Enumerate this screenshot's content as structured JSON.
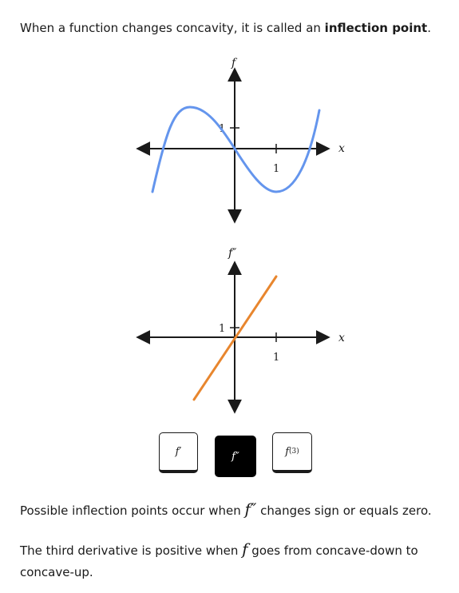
{
  "intro": {
    "text_before": "When a function changes concavity, it is called an ",
    "emphasis": "inflection point",
    "text_after": "."
  },
  "plots": {
    "f": {
      "y_label": "f",
      "x_label": "x",
      "x_tick": "1",
      "y_tick": "1",
      "curve_color": "#6495ed"
    },
    "fpp": {
      "y_label": "f″",
      "x_label": "x",
      "x_tick": "1",
      "y_tick": "1",
      "curve_color": "#e8862e"
    }
  },
  "derivative_buttons": {
    "first": {
      "label": "f′",
      "active": false
    },
    "second": {
      "label": "f″",
      "active": true
    },
    "third": {
      "label_base": "f",
      "label_sup": "(3)",
      "active": false
    }
  },
  "paragraph2": {
    "before": "Possible inflection points occur when ",
    "math": "f″",
    "after": " changes sign or equals zero."
  },
  "paragraph3": {
    "before": "The third derivative is positive when ",
    "math": "f",
    "after": " goes from concave-down to concave-up."
  }
}
